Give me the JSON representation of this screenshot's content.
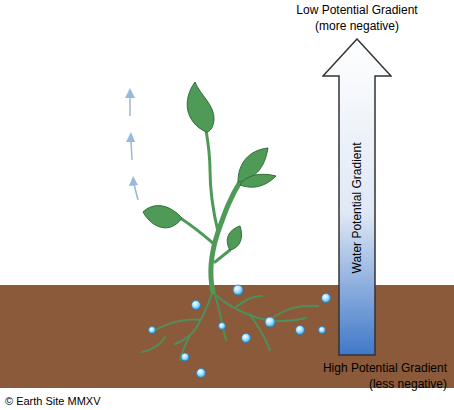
{
  "diagram": {
    "nodes": [
      {
        "text": [
          "Water Potential Gradient"
        ]
      }
    ],
    "labels": [
      "Low Potential Gradient",
      "(more negative)",
      "High Potential Gradient",
      "(less negative)",
      "© Earth Site MMXV"
    ]
  }
}
